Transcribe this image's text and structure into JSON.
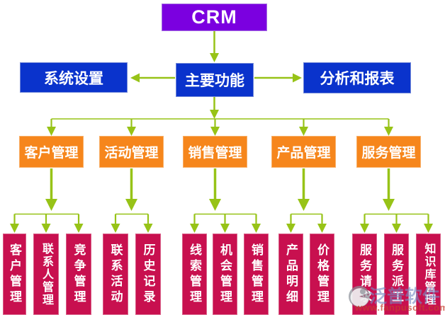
{
  "diagram": {
    "type": "org-flowchart",
    "root_label": "CRM",
    "main_label": "主要功能",
    "left_label": "系统设置",
    "right_label": "分析和报表",
    "groups": [
      {
        "label": "客户管理",
        "children": [
          "客户管理",
          "联系人管理",
          "竞争管理"
        ]
      },
      {
        "label": "活动管理",
        "children": [
          "联系活动",
          "历史记录"
        ]
      },
      {
        "label": "销售管理",
        "children": [
          "线索管理",
          "机会管理",
          "销售管理"
        ]
      },
      {
        "label": "产品管理",
        "children": [
          "产品明细",
          "价格管理"
        ]
      },
      {
        "label": "服务管理",
        "children": [
          "服务请求",
          "服务派工",
          "知识库管理"
        ]
      }
    ],
    "colors": {
      "root_box": "#7B00E0",
      "level2_box": "#0A33CC",
      "level3_box": "#F6861C",
      "leaf_box": "#C8104F",
      "connector": "#97C317",
      "text": "#FFFFFF",
      "background": "#FFFFFF"
    }
  },
  "watermark": {
    "brand": "泛普软件",
    "url": "www.fanpusoft.com"
  }
}
